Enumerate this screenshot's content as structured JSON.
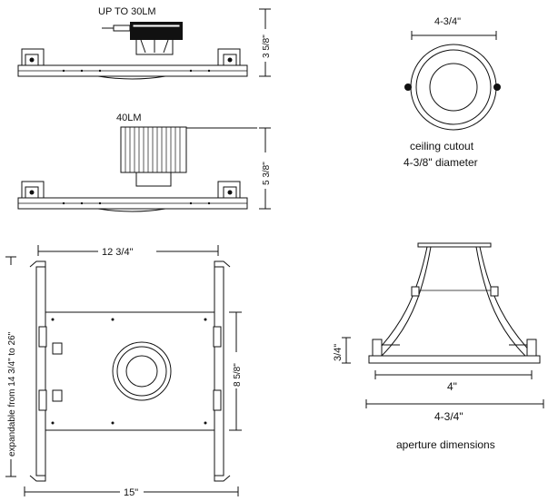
{
  "labels": {
    "view1_title": "UP TO 30LM",
    "view1_height": "3 5/8\"",
    "view2_title": "40LM",
    "view2_height": "5 3/8\"",
    "trim_width": "4-3/4\"",
    "cutout_line1": "ceiling cutout",
    "cutout_line2": "4-3/8\" diameter",
    "frame_width": "12 3/4\"",
    "frame_depth": "8 5/8\"",
    "frame_expand": "expandable from 14 3/4\" to 26\"",
    "frame_bottom": "15\"",
    "aperture_height": "3/4\"",
    "aperture_inner": "4\"",
    "aperture_outer": "4-3/4\"",
    "aperture_caption": "aperture dimensions"
  }
}
